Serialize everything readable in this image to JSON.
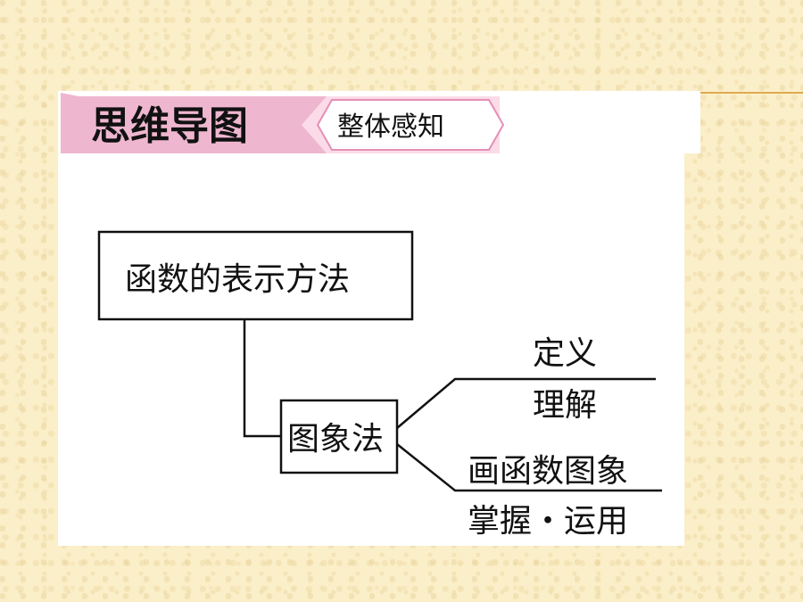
{
  "header": {
    "title": "思维导图",
    "subtitle": "整体感知"
  },
  "colors": {
    "title_band": "#efb6cf",
    "subtitle_band_border": "#e58fb5",
    "accent_line": "#e0a850",
    "page_background": "#fbefc9"
  },
  "mindmap": {
    "root": "函数的表示方法",
    "method": "图象法",
    "branches": [
      {
        "above": "定义",
        "below": "理解"
      },
      {
        "above": "画函数图象",
        "below": "掌握・运用"
      }
    ]
  }
}
